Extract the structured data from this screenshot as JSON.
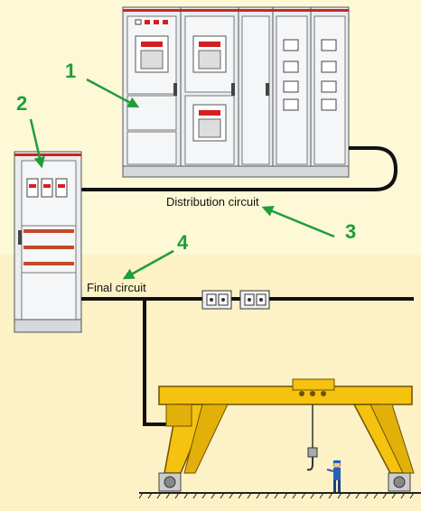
{
  "labels": {
    "distribution_circuit": "Distribution circuit",
    "final_circuit": "Final circuit"
  },
  "callouts": [
    "1",
    "2",
    "3",
    "4"
  ],
  "colors": {
    "background_top": "#fdf8d6",
    "background_bottom": "#fdf1c6",
    "callout_green": "#1e9e3a",
    "cable": "#111111",
    "crane_yellow": "#f4c20f",
    "cabinet_gray": "#e8ecef",
    "breaker_red": "#d42020"
  }
}
